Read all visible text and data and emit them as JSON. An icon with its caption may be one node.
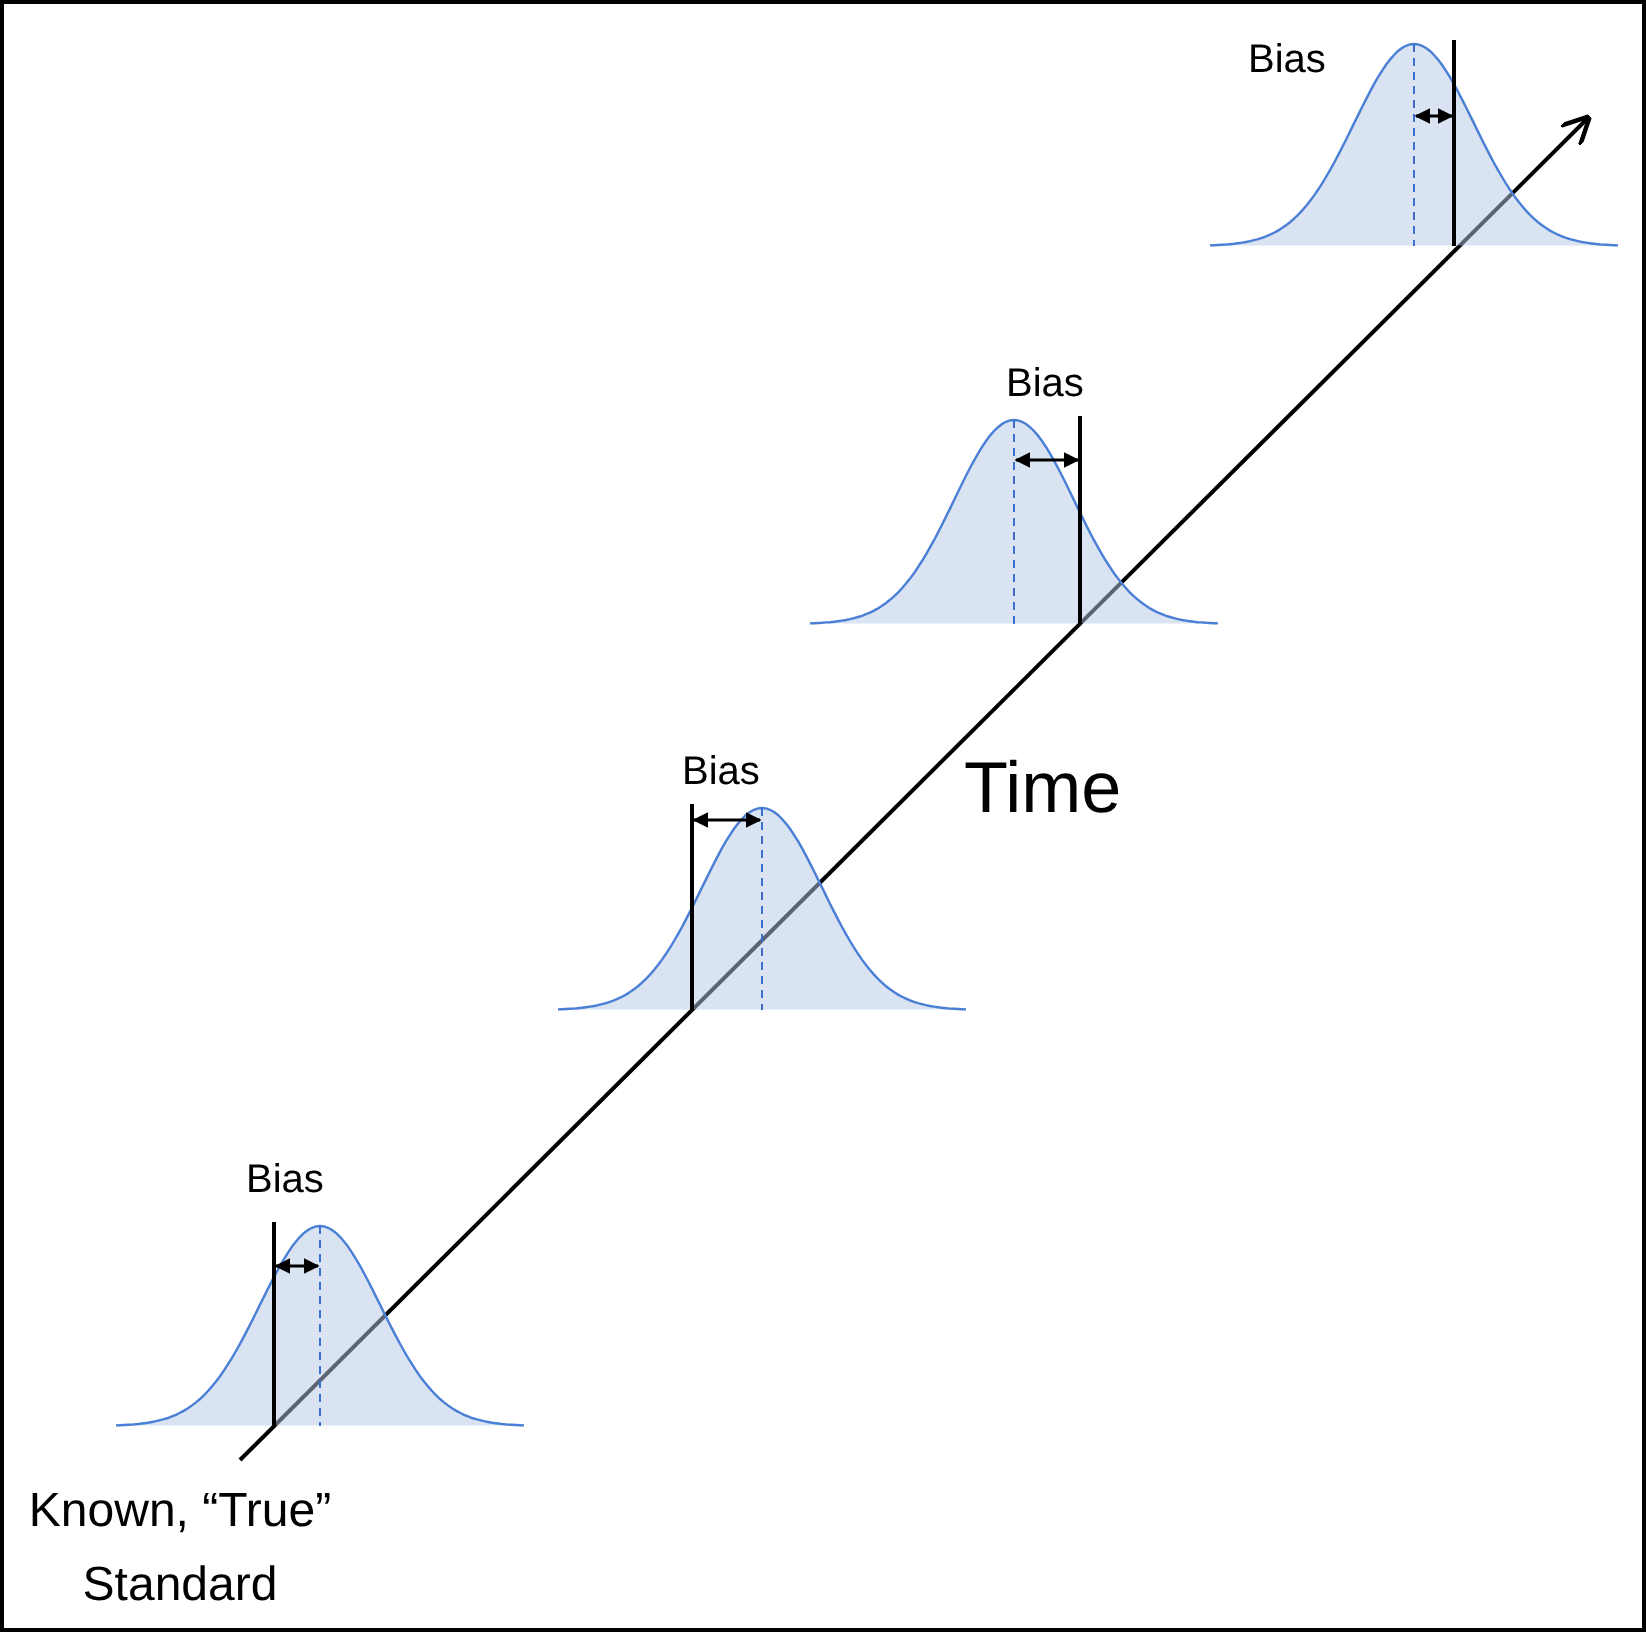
{
  "diagram": {
    "labels": [
      "Bias",
      "Bias",
      "Bias",
      "Time",
      "Bias",
      "Known, “True” Standard"
    ]
  }
}
